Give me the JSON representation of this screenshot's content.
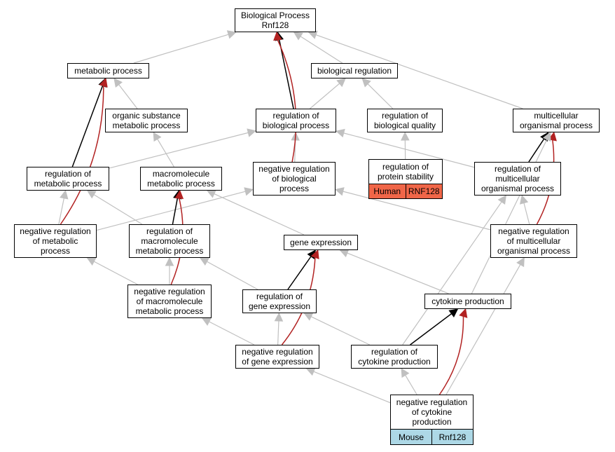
{
  "colors": {
    "is_a": "#c0c0c0",
    "positive": "#000000",
    "negative": "#b22222",
    "human": "#f06648",
    "mouse": "#add8e6"
  },
  "nodes": {
    "root": {
      "lines": [
        "Biological Process",
        "Rnf128"
      ]
    },
    "metabolic": {
      "lines": [
        "metabolic process"
      ]
    },
    "bioreg": {
      "lines": [
        "biological regulation"
      ]
    },
    "orgsub": {
      "lines": [
        "organic substance",
        "metabolic process"
      ]
    },
    "regbio": {
      "lines": [
        "regulation of",
        "biological process"
      ]
    },
    "regqual": {
      "lines": [
        "regulation of",
        "biological quality"
      ]
    },
    "multi": {
      "lines": [
        "multicellular",
        "organismal process"
      ]
    },
    "regmet": {
      "lines": [
        "regulation of",
        "metabolic process"
      ]
    },
    "macro": {
      "lines": [
        "macromolecule",
        "metabolic process"
      ]
    },
    "negregbio": {
      "lines": [
        "negative regulation",
        "of biological",
        "process"
      ]
    },
    "protstab": {
      "lines": [
        "regulation of",
        "protein stability"
      ],
      "cells": [
        "Human",
        "RNF128"
      ]
    },
    "regmulti": {
      "lines": [
        "regulation of",
        "multicellular",
        "organismal process"
      ]
    },
    "negregmet": {
      "lines": [
        "negative regulation",
        "of metabolic",
        "process"
      ]
    },
    "regmacro": {
      "lines": [
        "regulation of",
        "macromolecule",
        "metabolic process"
      ]
    },
    "geneexp": {
      "lines": [
        "gene expression"
      ]
    },
    "negregmulti": {
      "lines": [
        "negative regulation",
        "of multicellular",
        "organismal process"
      ]
    },
    "negregmacro": {
      "lines": [
        "negative regulation",
        "of macromolecule",
        "metabolic process"
      ]
    },
    "reggene": {
      "lines": [
        "regulation of",
        "gene expression"
      ]
    },
    "cytoprod": {
      "lines": [
        "cytokine production"
      ]
    },
    "negreggene": {
      "lines": [
        "negative regulation",
        "of gene expression"
      ]
    },
    "regcyto": {
      "lines": [
        "regulation of",
        "cytokine production"
      ]
    },
    "negregcyto": {
      "lines": [
        "negative regulation",
        "of cytokine",
        "production"
      ],
      "cells": [
        "Mouse",
        "Rnf128"
      ]
    }
  },
  "edges": [
    {
      "from": "metabolic",
      "to": "root",
      "kind": "is_a"
    },
    {
      "from": "bioreg",
      "to": "root",
      "kind": "is_a"
    },
    {
      "from": "multi",
      "to": "root",
      "kind": "is_a"
    },
    {
      "from": "orgsub",
      "to": "metabolic",
      "kind": "is_a"
    },
    {
      "from": "regbio",
      "to": "bioreg",
      "kind": "is_a"
    },
    {
      "from": "regqual",
      "to": "bioreg",
      "kind": "is_a"
    },
    {
      "from": "regbio",
      "to": "root",
      "kind": "positive"
    },
    {
      "from": "regmet",
      "to": "metabolic",
      "kind": "positive"
    },
    {
      "from": "regmet",
      "to": "regbio",
      "kind": "is_a"
    },
    {
      "from": "macro",
      "to": "orgsub",
      "kind": "is_a"
    },
    {
      "from": "negregbio",
      "to": "regbio",
      "kind": "is_a"
    },
    {
      "from": "negregbio",
      "to": "root",
      "kind": "negative"
    },
    {
      "from": "protstab",
      "to": "regqual",
      "kind": "is_a"
    },
    {
      "from": "regmulti",
      "to": "regbio",
      "kind": "is_a"
    },
    {
      "from": "regmulti",
      "to": "multi",
      "kind": "positive"
    },
    {
      "from": "negregmet",
      "to": "regmet",
      "kind": "is_a"
    },
    {
      "from": "negregmet",
      "to": "negregbio",
      "kind": "is_a"
    },
    {
      "from": "negregmet",
      "to": "metabolic",
      "kind": "negative"
    },
    {
      "from": "regmacro",
      "to": "regmet",
      "kind": "is_a"
    },
    {
      "from": "regmacro",
      "to": "macro",
      "kind": "positive"
    },
    {
      "from": "geneexp",
      "to": "macro",
      "kind": "is_a"
    },
    {
      "from": "negregmulti",
      "to": "regmulti",
      "kind": "is_a"
    },
    {
      "from": "negregmulti",
      "to": "negregbio",
      "kind": "is_a"
    },
    {
      "from": "negregmulti",
      "to": "multi",
      "kind": "negative"
    },
    {
      "from": "negregmacro",
      "to": "negregmet",
      "kind": "is_a"
    },
    {
      "from": "negregmacro",
      "to": "regmacro",
      "kind": "is_a"
    },
    {
      "from": "negregmacro",
      "to": "macro",
      "kind": "negative"
    },
    {
      "from": "reggene",
      "to": "regmacro",
      "kind": "is_a"
    },
    {
      "from": "reggene",
      "to": "geneexp",
      "kind": "positive"
    },
    {
      "from": "cytoprod",
      "to": "multi",
      "kind": "is_a"
    },
    {
      "from": "cytoprod",
      "to": "geneexp",
      "kind": "is_a"
    },
    {
      "from": "negreggene",
      "to": "negregmacro",
      "kind": "is_a"
    },
    {
      "from": "negreggene",
      "to": "reggene",
      "kind": "is_a"
    },
    {
      "from": "negreggene",
      "to": "geneexp",
      "kind": "negative"
    },
    {
      "from": "regcyto",
      "to": "reggene",
      "kind": "is_a"
    },
    {
      "from": "regcyto",
      "to": "regmulti",
      "kind": "is_a"
    },
    {
      "from": "regcyto",
      "to": "cytoprod",
      "kind": "positive"
    },
    {
      "from": "negregcyto",
      "to": "negreggene",
      "kind": "is_a"
    },
    {
      "from": "negregcyto",
      "to": "regcyto",
      "kind": "is_a"
    },
    {
      "from": "negregcyto",
      "to": "negregmulti",
      "kind": "is_a"
    },
    {
      "from": "negregcyto",
      "to": "cytoprod",
      "kind": "negative"
    }
  ]
}
